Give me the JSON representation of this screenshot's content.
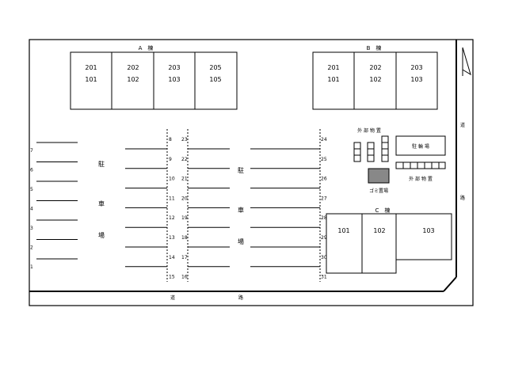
{
  "building_a": {
    "label": "A　棟",
    "units": [
      {
        "upper": "201",
        "lower": "101"
      },
      {
        "upper": "202",
        "lower": "102"
      },
      {
        "upper": "203",
        "lower": "103"
      },
      {
        "upper": "205",
        "lower": "105"
      }
    ]
  },
  "building_b": {
    "label": "B　棟",
    "units": [
      {
        "upper": "201",
        "lower": "101"
      },
      {
        "upper": "202",
        "lower": "102"
      },
      {
        "upper": "203",
        "lower": "103"
      }
    ]
  },
  "building_c": {
    "label": "C　棟",
    "units": [
      "101",
      "102",
      "103"
    ]
  },
  "parking_label": {
    "left": [
      "駐",
      "車",
      "場"
    ],
    "right": [
      "駐",
      "車",
      "場"
    ]
  },
  "stalls": {
    "left_column": [
      "7",
      "6",
      "5",
      "4",
      "3",
      "2",
      "1"
    ],
    "inner_left": [
      "8",
      "9",
      "10",
      "11",
      "12",
      "13",
      "14",
      "15"
    ],
    "inner_right": [
      "23",
      "22",
      "21",
      "20",
      "19",
      "18",
      "17",
      "16"
    ],
    "right_column": [
      "24",
      "25",
      "26",
      "27",
      "28",
      "29",
      "30",
      "31"
    ]
  },
  "facilities": {
    "outdoor_storage_top": "外 部 物 置",
    "bike_parking": "駐 輪 場",
    "outdoor_storage_right": "外 部 物 置",
    "garbage": "ゴミ置場"
  },
  "roads": {
    "bottom": [
      "道",
      "路"
    ],
    "right": [
      "道",
      "路"
    ]
  }
}
